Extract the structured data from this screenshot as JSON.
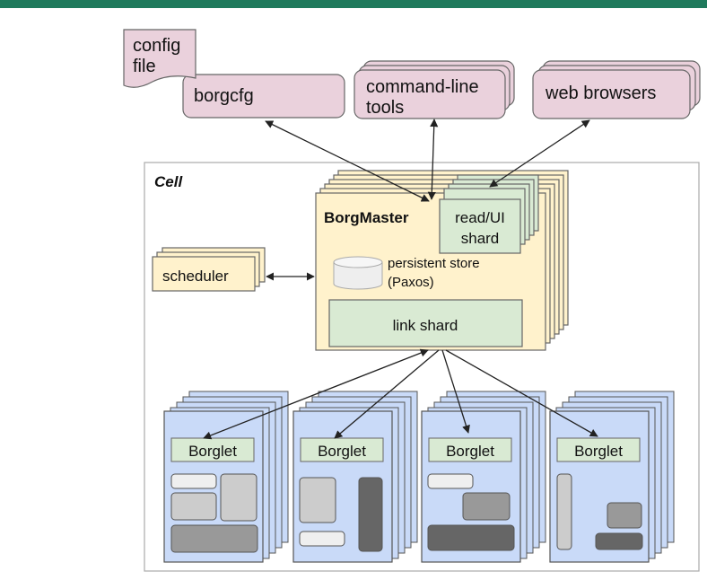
{
  "colors": {
    "top_bar": "#1f7a5c",
    "client_fill": "#ead1dc",
    "master_fill": "#fff2cc",
    "shard_fill": "#d9ead3",
    "borglet_fill": "#c9daf8",
    "task_light": "#efefef",
    "task_mid": "#cccccc",
    "task_dark": "#999999",
    "task_darker": "#666666",
    "cell_border": "#aaaaaa",
    "edge": "#222222"
  },
  "config_file": {
    "line1": "config",
    "line2": "file"
  },
  "clients": {
    "borgcfg": "borgcfg",
    "cli_line1": "command-line",
    "cli_line2": "tools",
    "web": "web browsers"
  },
  "cell": {
    "label": "Cell",
    "borgmaster": {
      "title": "BorgMaster",
      "read_ui_line1": "read/UI",
      "read_ui_line2": "shard",
      "store_line1": "persistent store",
      "store_line2": "(Paxos)",
      "link_shard": "link shard"
    },
    "scheduler": "scheduler",
    "borglets": [
      {
        "label": "Borglet"
      },
      {
        "label": "Borglet"
      },
      {
        "label": "Borglet"
      },
      {
        "label": "Borglet"
      }
    ]
  }
}
